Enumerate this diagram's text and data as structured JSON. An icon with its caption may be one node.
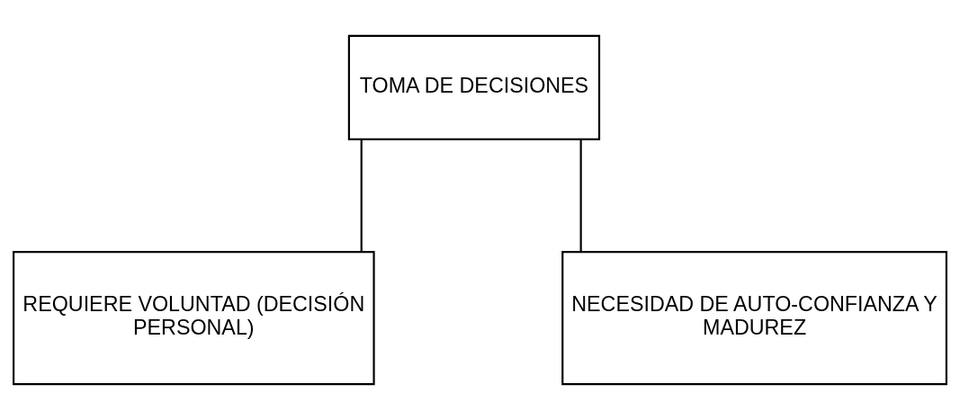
{
  "diagram": {
    "nodes": [
      {
        "text": [
          "TOMA DE DECISIONES"
        ]
      },
      {
        "text": [
          "REQUIERE VOLUNTAD (DECISIÓN PERSONAL)"
        ]
      },
      {
        "text": [
          "NECESIDAD DE AUTO-CONFIANZA Y MADUREZ"
        ]
      }
    ],
    "edges": [
      {
        "from": 0,
        "to": 1,
        "arrow": "none"
      },
      {
        "from": 0,
        "to": 2,
        "arrow": "none"
      }
    ]
  }
}
